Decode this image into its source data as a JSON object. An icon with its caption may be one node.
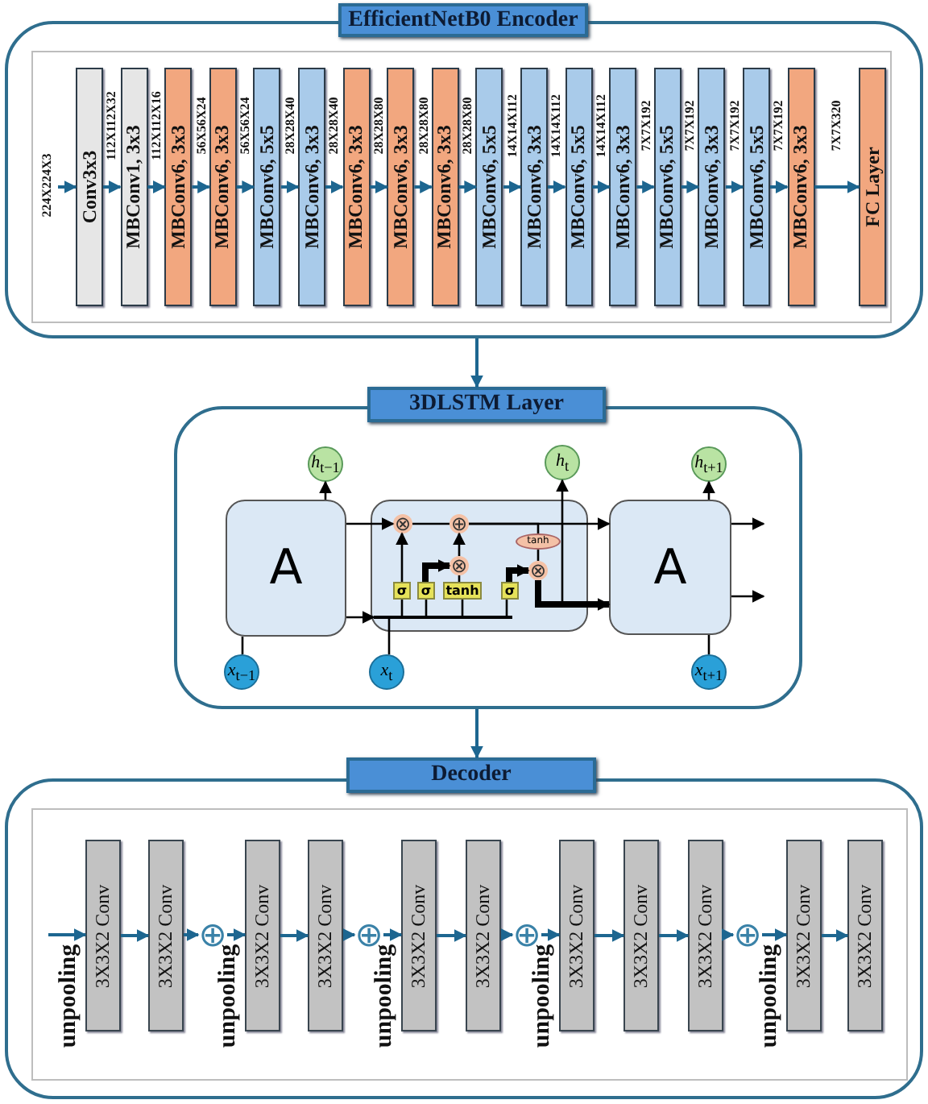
{
  "diagram": {
    "nodes": [
      {
        "text": [
          "EfficientNetB0 Encoder"
        ]
      },
      {
        "text": [
          "Conv3x3"
        ],
        "in": 0
      },
      {
        "text": [
          "MBConv1, 3x3"
        ],
        "in": 0
      },
      {
        "text": [
          "MBConv6, 3x3"
        ],
        "in": 0
      },
      {
        "text": [
          "MBConv6, 3x3"
        ],
        "in": 0
      },
      {
        "text": [
          "MBConv6, 5x5"
        ],
        "in": 0
      },
      {
        "text": [
          "MBConv6, 3x3"
        ],
        "in": 0
      },
      {
        "text": [
          "MBConv6, 3x3"
        ],
        "in": 0
      },
      {
        "text": [
          "MBConv6, 3x3"
        ],
        "in": 0
      },
      {
        "text": [
          "MBConv6, 3x3"
        ],
        "in": 0
      },
      {
        "text": [
          "MBConv6, 5x5"
        ],
        "in": 0
      },
      {
        "text": [
          "MBConv6, 3x3"
        ],
        "in": 0
      },
      {
        "text": [
          "MBConv6, 5x5"
        ],
        "in": 0
      },
      {
        "text": [
          "MBConv6, 3x3"
        ],
        "in": 0
      },
      {
        "text": [
          "MBConv6, 5x5"
        ],
        "in": 0
      },
      {
        "text": [
          "MBConv6, 3x3"
        ],
        "in": 0
      },
      {
        "text": [
          "MBConv6, 5x5"
        ],
        "in": 0
      },
      {
        "text": [
          "MBConv6, 3x3"
        ],
        "in": 0
      },
      {
        "text": [
          "FC Layer"
        ],
        "in": 0
      },
      {
        "text": [
          "3DLSTM Layer"
        ]
      },
      {
        "text": [
          "*h*$_{t−1}$"
        ],
        "in": 19
      },
      {
        "text": [
          "*h*$_{t}$"
        ],
        "in": 19
      },
      {
        "text": [
          "*h*$_{t+1}$"
        ],
        "in": 19
      },
      {
        "text": [
          "A"
        ],
        "in": 19
      },
      {
        "text": [],
        "shape": "box",
        "in": 19
      },
      {
        "text": [
          "⊗"
        ],
        "in": 24
      },
      {
        "text": [
          "⊕"
        ],
        "in": 24
      },
      {
        "text": [
          "tanh"
        ],
        "in": 24
      },
      {
        "text": [
          "⊗"
        ],
        "in": 24
      },
      {
        "text": [
          "⊗"
        ],
        "in": 24
      },
      {
        "text": [
          "σ"
        ],
        "in": 24
      },
      {
        "text": [
          "σ"
        ],
        "in": 24
      },
      {
        "text": [
          "tanh"
        ],
        "in": 24
      },
      {
        "text": [
          "σ"
        ],
        "in": 24
      },
      {
        "text": [
          "A"
        ],
        "in": 19
      },
      {
        "text": [
          "*x*$_{t−1}$"
        ],
        "in": 19
      },
      {
        "text": [
          "*x*$_{t}$"
        ],
        "in": 19
      },
      {
        "text": [
          "*x*$_{t+1}$"
        ],
        "in": 19
      },
      {
        "text": [
          "Decoder"
        ]
      },
      {
        "text": [
          "3X3X2 Conv"
        ],
        "in": 38
      },
      {
        "text": [
          "3X3X2 Conv"
        ],
        "in": 38
      },
      {
        "text": [
          "⊕"
        ],
        "in": 38
      },
      {
        "text": [
          "3X3X2 Conv"
        ],
        "in": 38
      },
      {
        "text": [
          "3X3X2 Conv"
        ],
        "in": 38
      },
      {
        "text": [
          "⊕"
        ],
        "in": 38
      },
      {
        "text": [
          "3X3X2 Conv"
        ],
        "in": 38
      },
      {
        "text": [
          "3X3X2 Conv"
        ],
        "in": 38
      },
      {
        "text": [
          "⊕"
        ],
        "in": 38
      },
      {
        "text": [
          "3X3X2 Conv"
        ],
        "in": 38
      },
      {
        "text": [
          "3X3X2 Conv"
        ],
        "in": 38
      },
      {
        "text": [
          "3X3X2 Conv"
        ],
        "in": 38
      },
      {
        "text": [
          "⊕"
        ],
        "in": 38
      },
      {
        "text": [
          "3X3X2 Conv"
        ],
        "in": 38
      },
      {
        "text": [
          "3X3X2 Conv"
        ],
        "in": 38
      },
      {
        "text": [],
        "shape": "bar",
        "in": 24
      }
    ],
    "edges": [
      {
        "from": null,
        "to": 1,
        "arrow": "to",
        "label": "224X224X3"
      },
      {
        "from": 1,
        "to": 2,
        "arrow": "to",
        "label": "112X112X32"
      },
      {
        "from": 2,
        "to": 3,
        "arrow": "to",
        "label": "112X112X16"
      },
      {
        "from": 3,
        "to": 4,
        "arrow": "to",
        "label": "56X56X24"
      },
      {
        "from": 4,
        "to": 5,
        "arrow": "to",
        "label": "56X56X24"
      },
      {
        "from": 5,
        "to": 6,
        "arrow": "to",
        "label": "28X28X40"
      },
      {
        "from": 6,
        "to": 7,
        "arrow": "to",
        "label": "28X28X40"
      },
      {
        "from": 7,
        "to": 8,
        "arrow": "to",
        "label": "28X28X80"
      },
      {
        "from": 8,
        "to": 9,
        "arrow": "to",
        "label": "28X28X80"
      },
      {
        "from": 9,
        "to": 10,
        "arrow": "to",
        "label": "28X28X80"
      },
      {
        "from": 10,
        "to": 11,
        "arrow": "to",
        "label": "14X14X112"
      },
      {
        "from": 11,
        "to": 12,
        "arrow": "to",
        "label": "14X14X112"
      },
      {
        "from": 12,
        "to": 13,
        "arrow": "to",
        "label": "14X14X112"
      },
      {
        "from": 13,
        "to": 14,
        "arrow": "to",
        "label": "7X7X192"
      },
      {
        "from": 14,
        "to": 15,
        "arrow": "to",
        "label": "7X7X192"
      },
      {
        "from": 15,
        "to": 16,
        "arrow": "to",
        "label": "7X7X192"
      },
      {
        "from": 16,
        "to": 17,
        "arrow": "to",
        "label": "7X7X192"
      },
      {
        "from": 17,
        "to": 18,
        "arrow": "to",
        "label": "7X7X320"
      },
      {
        "from": 0,
        "to": 19,
        "arrow": "to"
      },
      {
        "from": 19,
        "to": 38,
        "arrow": "to"
      },
      {
        "from": 35,
        "to": 23,
        "arrow": "none",
        "color": "#000000"
      },
      {
        "from": 23,
        "to": 20,
        "arrow": "to",
        "color": "#000000"
      },
      {
        "from": 23,
        "to": 25,
        "arrow": "to",
        "color": "#000000"
      },
      {
        "from": 23,
        "to": 54,
        "arrow": "to",
        "color": "#000000"
      },
      {
        "from": 36,
        "to": 54,
        "arrow": "none",
        "color": "#000000"
      },
      {
        "from": 25,
        "to": 26,
        "arrow": "none",
        "color": "#000000"
      },
      {
        "from": 26,
        "to": 34,
        "arrow": "to",
        "color": "#000000"
      },
      {
        "from": 30,
        "to": 25,
        "arrow": "to",
        "color": "#000000"
      },
      {
        "from": 31,
        "to": 28,
        "arrow": "to",
        "style": "thick",
        "color": "#000000"
      },
      {
        "from": 32,
        "to": 28,
        "arrow": "none",
        "color": "#000000"
      },
      {
        "from": 28,
        "to": 26,
        "arrow": "to",
        "color": "#000000"
      },
      {
        "from": 26,
        "to": 27,
        "arrow": "none",
        "color": "#000000"
      },
      {
        "from": 27,
        "to": 29,
        "arrow": "none",
        "color": "#000000"
      },
      {
        "from": 33,
        "to": 29,
        "arrow": "to",
        "style": "thick",
        "color": "#000000"
      },
      {
        "from": 29,
        "to": 34,
        "arrow": "to",
        "style": "thick",
        "color": "#000000"
      },
      {
        "from": 29,
        "to": 21,
        "arrow": "to",
        "color": "#000000"
      },
      {
        "from": 34,
        "to": 22,
        "arrow": "to",
        "color": "#000000"
      },
      {
        "from": 37,
        "to": 34,
        "arrow": "none",
        "color": "#000000"
      },
      {
        "from": 34,
        "to": null,
        "arrow": "to",
        "color": "#000000"
      },
      {
        "from": 34,
        "to": null,
        "arrow": "to",
        "color": "#000000"
      },
      {
        "from": null,
        "to": 39,
        "arrow": "to",
        "label": "unpooling"
      },
      {
        "from": 39,
        "to": 40,
        "arrow": "to"
      },
      {
        "from": 40,
        "to": 41,
        "arrow": "to"
      },
      {
        "from": 41,
        "to": 42,
        "arrow": "to",
        "label": "unpooling"
      },
      {
        "from": 42,
        "to": 43,
        "arrow": "to"
      },
      {
        "from": 43,
        "to": 44,
        "arrow": "to"
      },
      {
        "from": 44,
        "to": 45,
        "arrow": "to",
        "label": "unpooling"
      },
      {
        "from": 45,
        "to": 46,
        "arrow": "to"
      },
      {
        "from": 46,
        "to": 47,
        "arrow": "to"
      },
      {
        "from": 47,
        "to": 48,
        "arrow": "to",
        "label": "unpooling"
      },
      {
        "from": 48,
        "to": 49,
        "arrow": "to"
      },
      {
        "from": 49,
        "to": 50,
        "arrow": "to"
      },
      {
        "from": 50,
        "to": 51,
        "arrow": "to"
      },
      {
        "from": 51,
        "to": 52,
        "arrow": "to",
        "label": "unpooling"
      },
      {
        "from": 52,
        "to": 53,
        "arrow": "to"
      },
      {
        "from": 54,
        "to": 30,
        "arrow": "none",
        "color": "#000000"
      },
      {
        "from": 54,
        "to": 31,
        "arrow": "none",
        "color": "#000000"
      },
      {
        "from": 54,
        "to": 32,
        "arrow": "none",
        "color": "#000000"
      },
      {
        "from": 54,
        "to": 33,
        "arrow": "none",
        "color": "#000000"
      }
    ]
  }
}
